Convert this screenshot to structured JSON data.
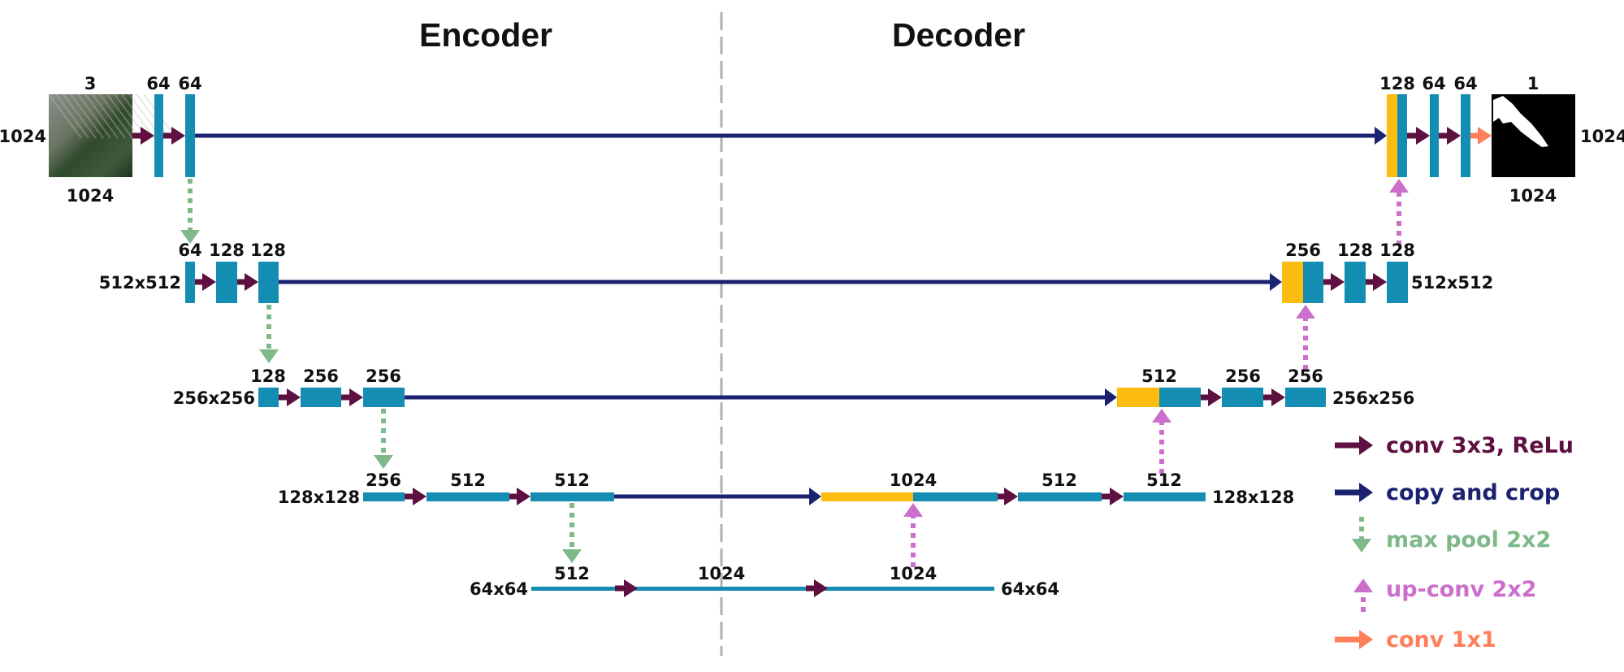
{
  "titles": {
    "encoder": "Encoder",
    "decoder": "Decoder"
  },
  "colors": {
    "feature_map": "#138db2",
    "copied_map": "#fdbd10",
    "conv": "#5e1040",
    "copy": "#1b2270",
    "pool": "#7fb98a",
    "upconv": "#cc6fcc",
    "conv1x1": "#fe7f5a",
    "divider": "#b0b0b0"
  },
  "encoder": {
    "input": {
      "channels": "3",
      "height": "1024",
      "width": "1024"
    },
    "level1": {
      "channels": [
        "64",
        "64"
      ]
    },
    "level2": {
      "size": "512x512",
      "channels": [
        "64",
        "128",
        "128"
      ]
    },
    "level3": {
      "size": "256x256",
      "channels": [
        "128",
        "256",
        "256"
      ]
    },
    "level4": {
      "size": "128x128",
      "channels": [
        "256",
        "512",
        "512"
      ]
    }
  },
  "bottleneck": {
    "size_left": "64x64",
    "size_right": "64x64",
    "channels": [
      "512",
      "1024",
      "1024"
    ]
  },
  "decoder": {
    "level4": {
      "size": "128x128",
      "channels": [
        "1024",
        "512",
        "512"
      ]
    },
    "level3": {
      "size": "256x256",
      "channels": [
        "512",
        "256",
        "256"
      ]
    },
    "level2": {
      "size": "512x512",
      "channels": [
        "256",
        "128",
        "128"
      ]
    },
    "level1": {
      "channels": [
        "128",
        "64",
        "64"
      ]
    },
    "output": {
      "channels": "1",
      "height": "1024",
      "width": "1024"
    }
  },
  "legend": [
    {
      "icon": "conv-arrow",
      "label": "conv 3x3, ReLu"
    },
    {
      "icon": "copy-arrow",
      "label": "copy and crop"
    },
    {
      "icon": "pool-arrow",
      "label": "max pool 2x2"
    },
    {
      "icon": "upconv-arrow",
      "label": "up-conv 2x2"
    },
    {
      "icon": "conv1x1-arrow",
      "label": "conv 1x1"
    }
  ]
}
